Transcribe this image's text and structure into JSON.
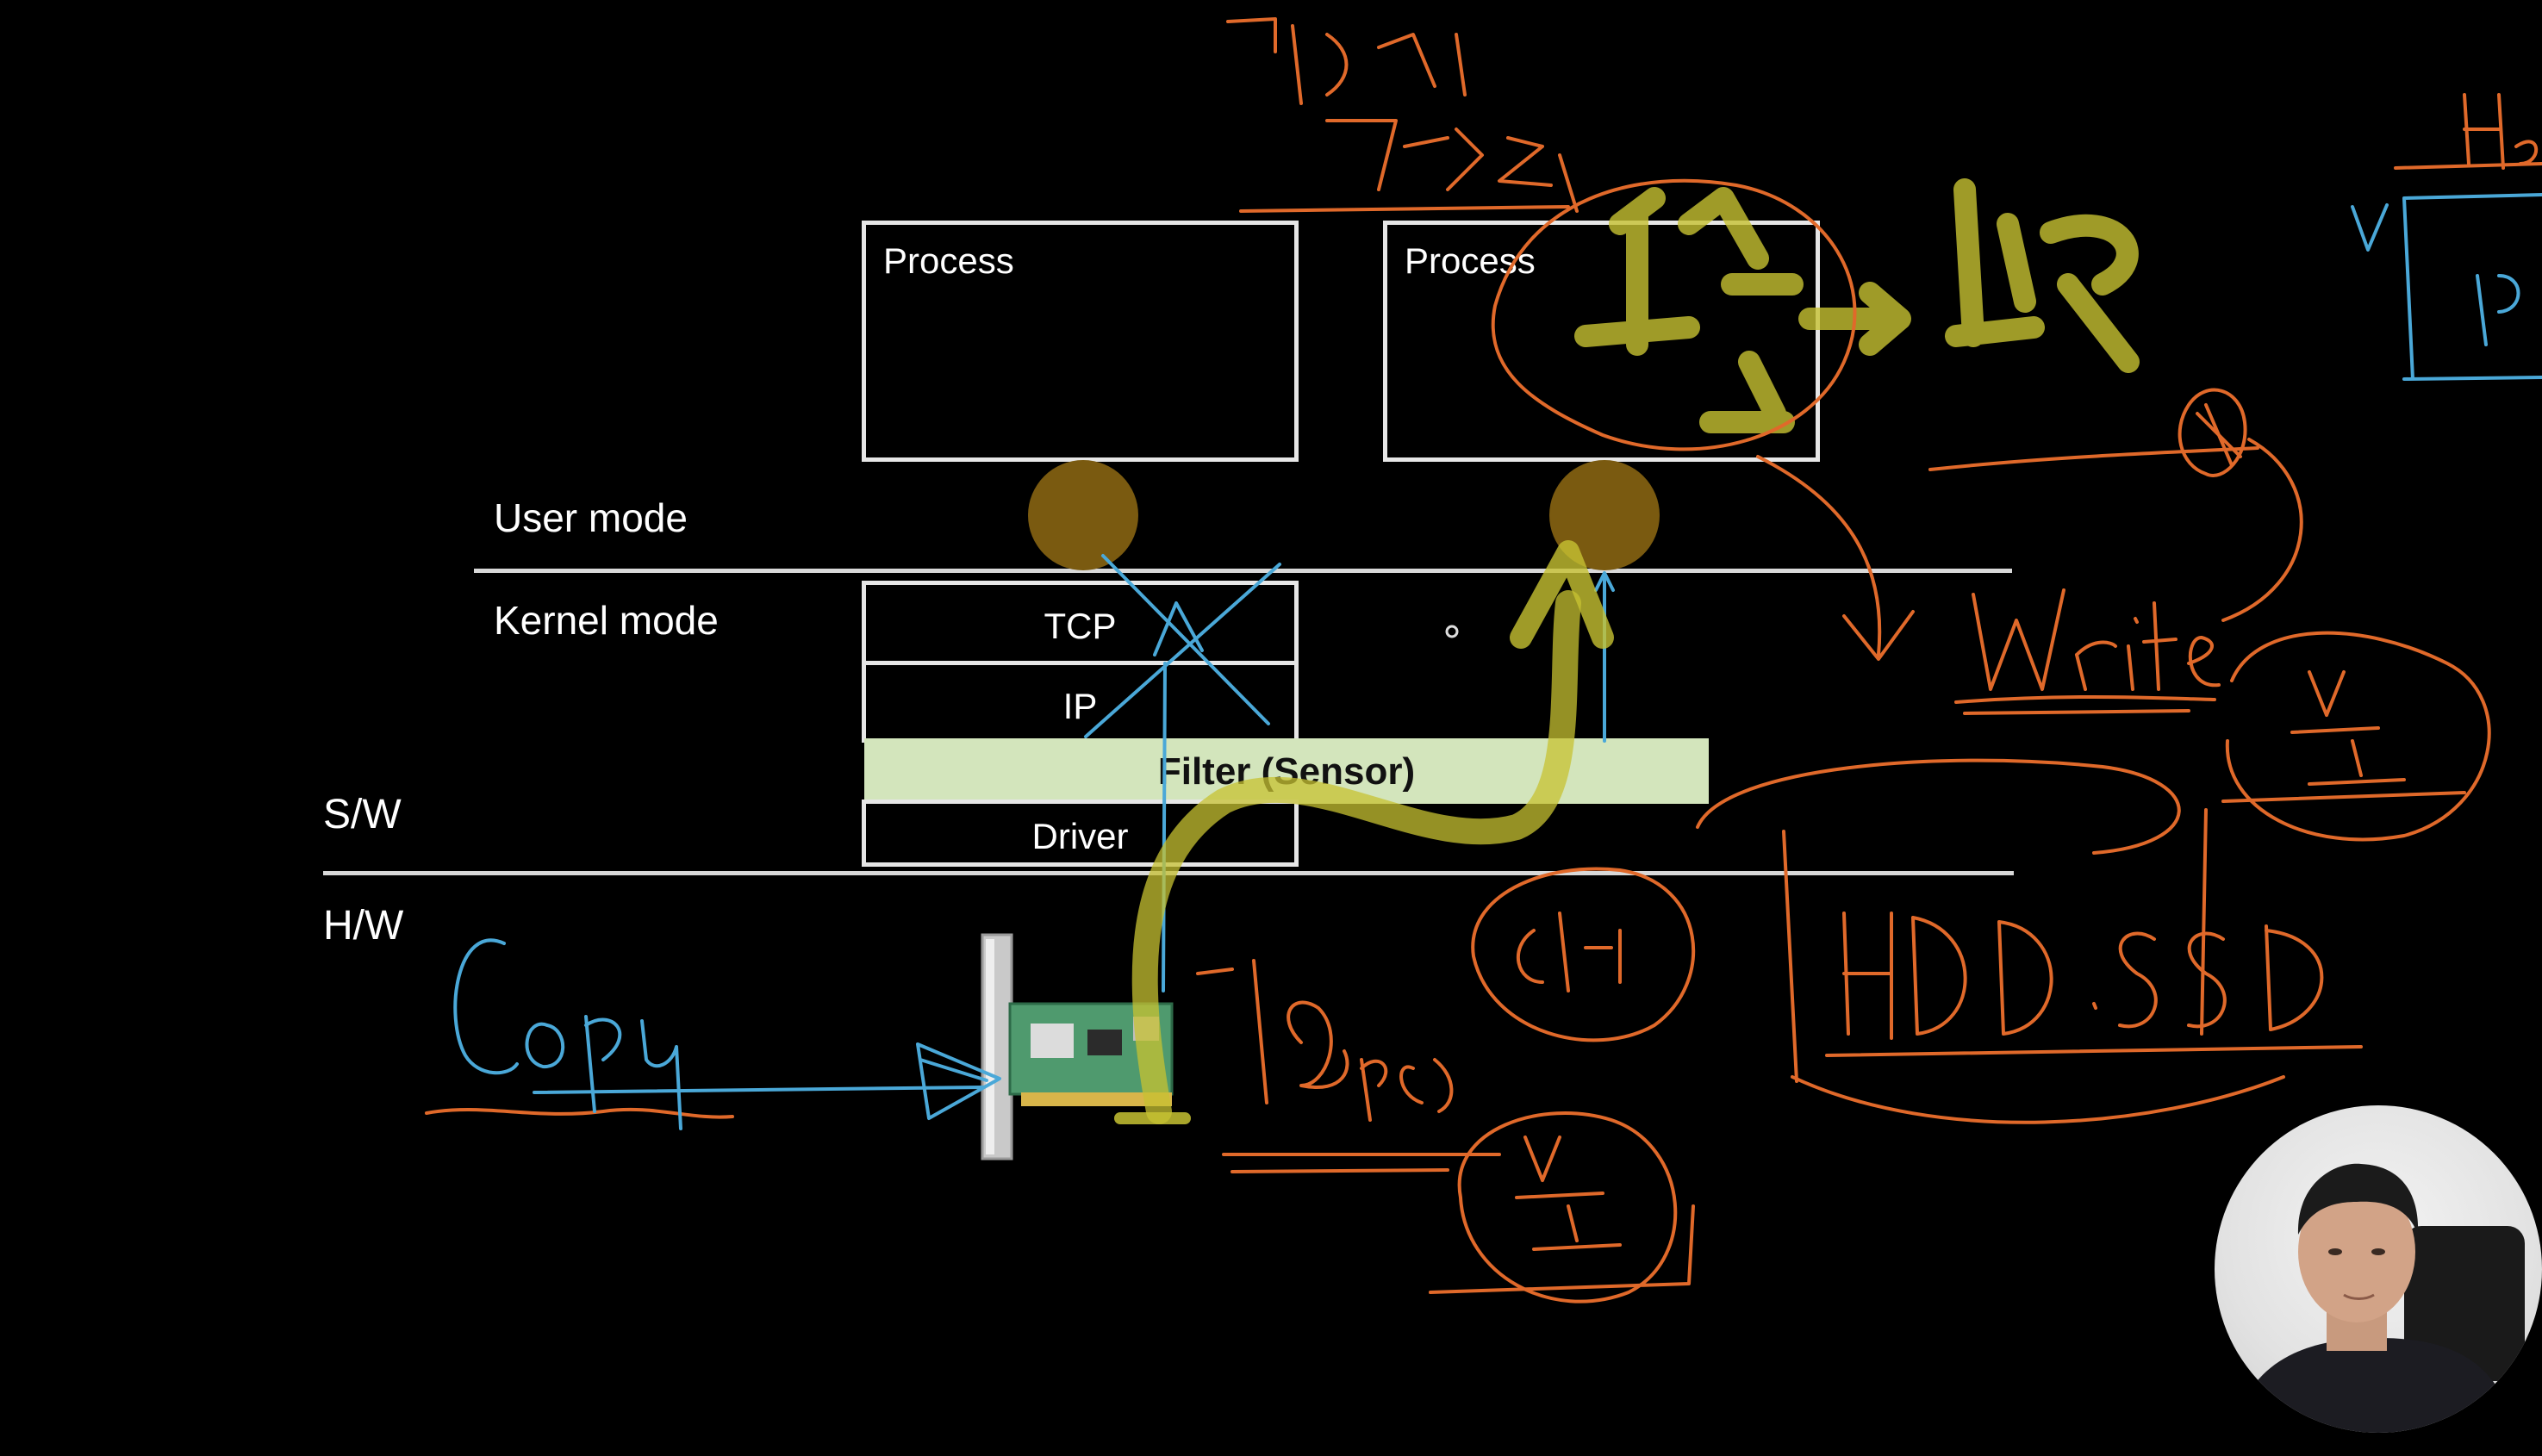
{
  "slide": {
    "process_left": "Process",
    "process_right": "Process",
    "user_mode": "User mode",
    "kernel_mode": "Kernel mode",
    "tcp": "TCP",
    "ip": "IP",
    "filter": "Filter (Sensor)",
    "driver": "Driver",
    "sw": "S/W",
    "hw": "H/W"
  },
  "handwriting": {
    "copy": "Copy",
    "write": "Write",
    "hdd_ssd": "HDD · SSD",
    "speed": "1Gbps"
  },
  "colors": {
    "background": "#000000",
    "box_stroke": "#e6e6e6",
    "filter_fill": "#d3e5bc",
    "ink_orange": "#e0692a",
    "ink_blue": "#4aa8d8",
    "ink_yellow": "#c7c232",
    "dot_brown": "#7a5a10"
  },
  "icons": {
    "nic": "network-card-icon",
    "webcam": "presenter-webcam"
  }
}
